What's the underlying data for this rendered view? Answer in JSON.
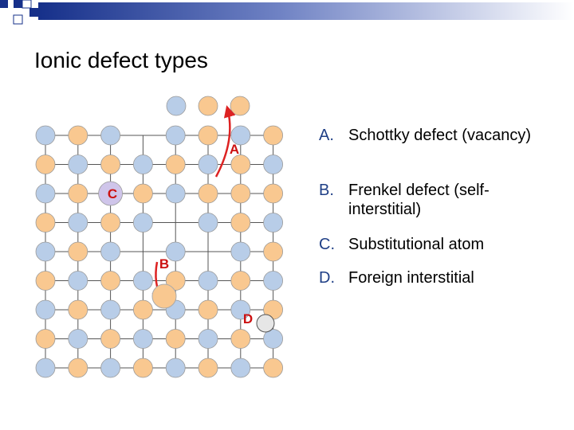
{
  "slide": {
    "title": "Ionic defect types"
  },
  "diagram": {
    "markers": {
      "a": "A",
      "b": "B",
      "c": "C",
      "d": "D"
    },
    "colors": {
      "cation": "#b8cde8",
      "anion": "#f9c890",
      "bond": "#555555",
      "arrow": "#dd2222",
      "marker_text": "#cc1111",
      "substitutional": "#cfc5ea",
      "foreign": "#e6e6e6",
      "accent_letters": "#1f3f86"
    }
  },
  "defects": [
    {
      "letter": "A.",
      "text": "Schottky defect (vacancy)"
    },
    {
      "letter": "B.",
      "text": "Frenkel defect (self-interstitial)"
    },
    {
      "letter": "C.",
      "text": "Substitutional atom"
    },
    {
      "letter": "D.",
      "text": "Foreign interstitial"
    }
  ]
}
